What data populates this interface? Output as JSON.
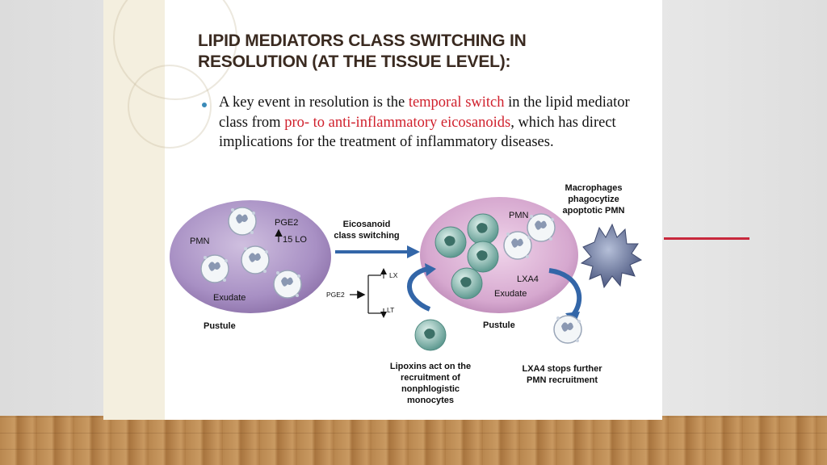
{
  "slide": {
    "title_line1": "LIPID MEDIATORS CLASS SWITCHING IN",
    "title_line2": "RESOLUTION (AT THE TISSUE LEVEL):",
    "bullet": {
      "part1": "A key event in resolution is the ",
      "highlight1": "temporal switch",
      "part2": " in the lipid mediator class from ",
      "highlight2": "pro- to anti-inflammatory eicosanoids",
      "part3": ", which has direct implications for the treatment of inflammatory diseases."
    },
    "colors": {
      "highlight": "#d0212d",
      "accent_line": "#c8283c",
      "pustule_fill": "#a890c4"
    }
  },
  "diagram": {
    "left": {
      "pmn": "PMN",
      "pge2": "PGE2",
      "lo": "15 LO",
      "exudate": "Exudate",
      "pustule": "Pustule"
    },
    "switch": {
      "line1": "Eicosanoid",
      "line2": "class switching"
    },
    "pathway": {
      "pge2": "PGE2",
      "lx": "LX",
      "lt": "LT"
    },
    "right": {
      "pmn": "PMN",
      "lxa4": "LXA4",
      "exudate": "Exudate",
      "pustule": "Pustule"
    },
    "macrophage": {
      "line1": "Macrophages",
      "line2": "phagocytize",
      "line3": "apoptotic PMN"
    },
    "lipoxins": {
      "line1": "Lipoxins act on the",
      "line2": "recruitment of",
      "line3": "nonphlogistic",
      "line4": "monocytes"
    },
    "lxa4_stop": {
      "line1": "LXA4 stops further",
      "line2": "PMN recruitment"
    }
  }
}
